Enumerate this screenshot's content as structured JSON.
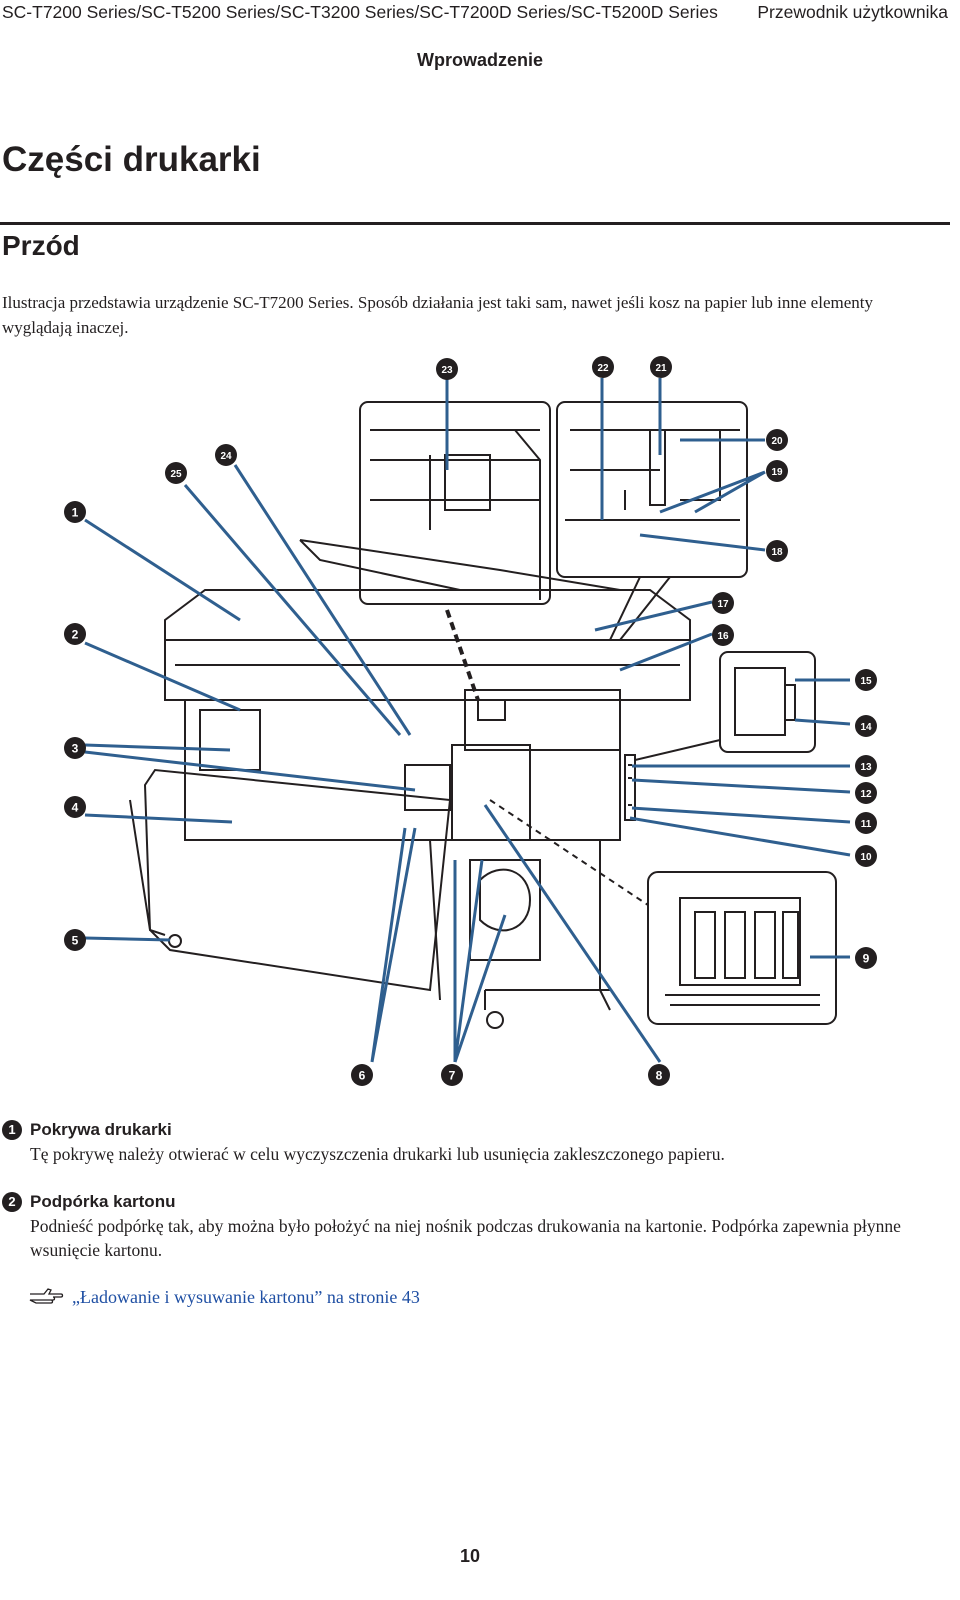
{
  "header": {
    "doc_title": "SC-T7200 Series/SC-T5200 Series/SC-T3200 Series/SC-T7200D Series/SC-T5200D Series",
    "guide_name": "Przewodnik użytkownika",
    "section": "Wprowadzenie"
  },
  "heading1": "Części drukarki",
  "heading2": "Przód",
  "intro": "Ilustracja przedstawia urządzenie SC-T7200 Series. Sposób działania jest taki sam, nawet jeśli kosz na papier lub inne elementy wyglądają inaczej.",
  "figure": {
    "callouts": [
      "1",
      "2",
      "3",
      "4",
      "5",
      "6",
      "7",
      "8",
      "9",
      "10",
      "11",
      "12",
      "13",
      "14",
      "15",
      "16",
      "17",
      "18",
      "19",
      "20",
      "21",
      "22",
      "23",
      "24",
      "25"
    ]
  },
  "items": [
    {
      "number": "1",
      "title": "Pokrywa drukarki",
      "description": "Tę pokrywę należy otwierać w celu wyczyszczenia drukarki lub usunięcia zakleszczonego papieru."
    },
    {
      "number": "2",
      "title": "Podpórka kartonu",
      "description": "Podnieść podpórkę tak, aby można było położyć na niej nośnik podczas drukowania na kartonie. Podpórka zapewnia płynne wsunięcie kartonu."
    }
  ],
  "cross_reference": "„Ładowanie i wysuwanie kartonu” na stronie 43",
  "icons": {
    "cross_reference": "pointing-hand-icon"
  },
  "colors": {
    "text": "#231f20",
    "diagram_line": "#2f5f8f",
    "link": "#1f4fa3"
  },
  "page_number": "10"
}
